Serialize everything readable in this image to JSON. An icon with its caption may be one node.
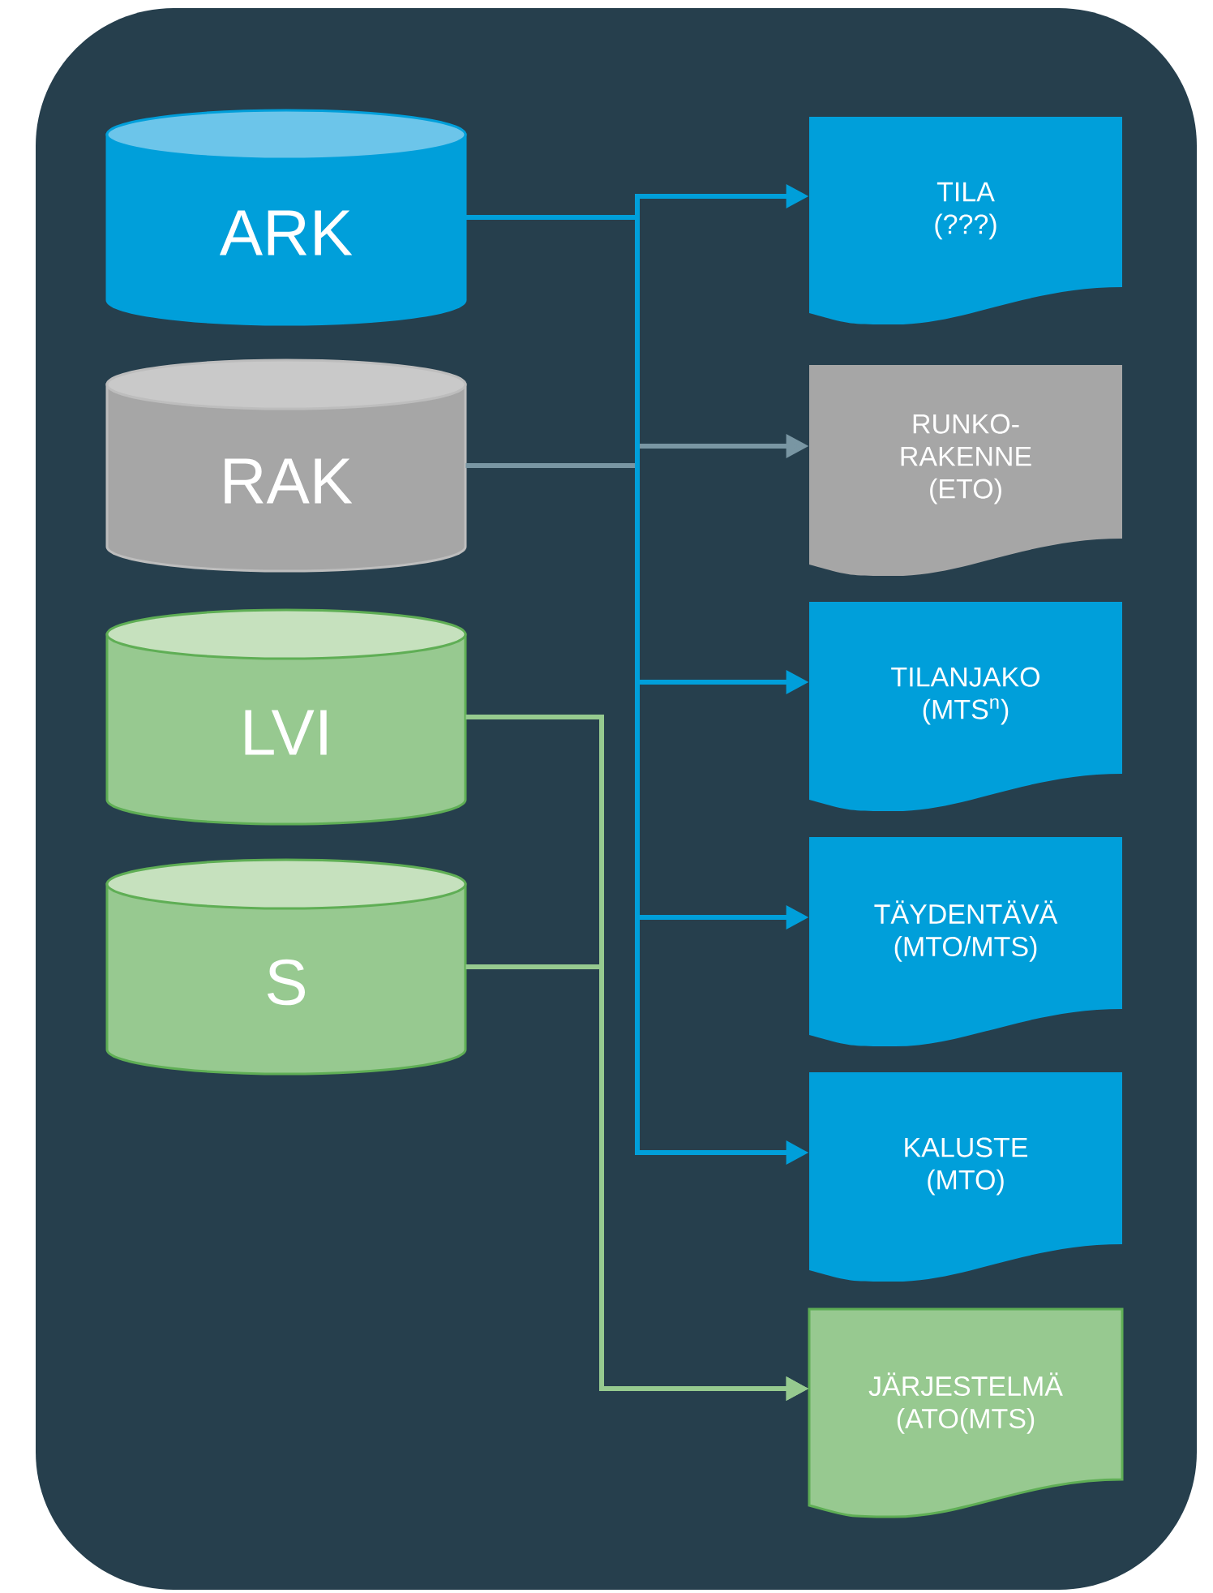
{
  "diagram": {
    "nodes": [
      {
        "text": [
          "ARK"
        ]
      },
      {
        "text": [
          "RAK"
        ]
      },
      {
        "text": [
          "LVI"
        ]
      },
      {
        "text": [
          "S"
        ]
      },
      {
        "text": [
          "TILA (???)"
        ]
      },
      {
        "text": [
          "RUNKO- RAKENNE (ETO)"
        ]
      },
      {
        "text": [
          "TILANJAKO (MTS$^{n}$)"
        ]
      },
      {
        "text": [
          "TÄYDENTÄVÄ (MTO/MTS)"
        ]
      },
      {
        "text": [
          "KALUSTE (MTO)"
        ]
      },
      {
        "text": [
          "JÄRJESTELMÄ (ATO(MTS)"
        ]
      }
    ],
    "edges": [
      {
        "from": 0,
        "to": 4,
        "arrow": "to"
      },
      {
        "from": 1,
        "to": 5,
        "arrow": "to",
        "color": "#7996a3"
      },
      {
        "from": 0,
        "to": 6,
        "arrow": "to"
      },
      {
        "from": 0,
        "to": 7,
        "arrow": "to"
      },
      {
        "from": 0,
        "to": 8,
        "arrow": "to"
      },
      {
        "from": 2,
        "to": 9,
        "arrow": "to",
        "color": "#96ca8f"
      },
      {
        "from": 3,
        "to": 9,
        "arrow": "to",
        "color": "#96ca8f"
      }
    ]
  }
}
